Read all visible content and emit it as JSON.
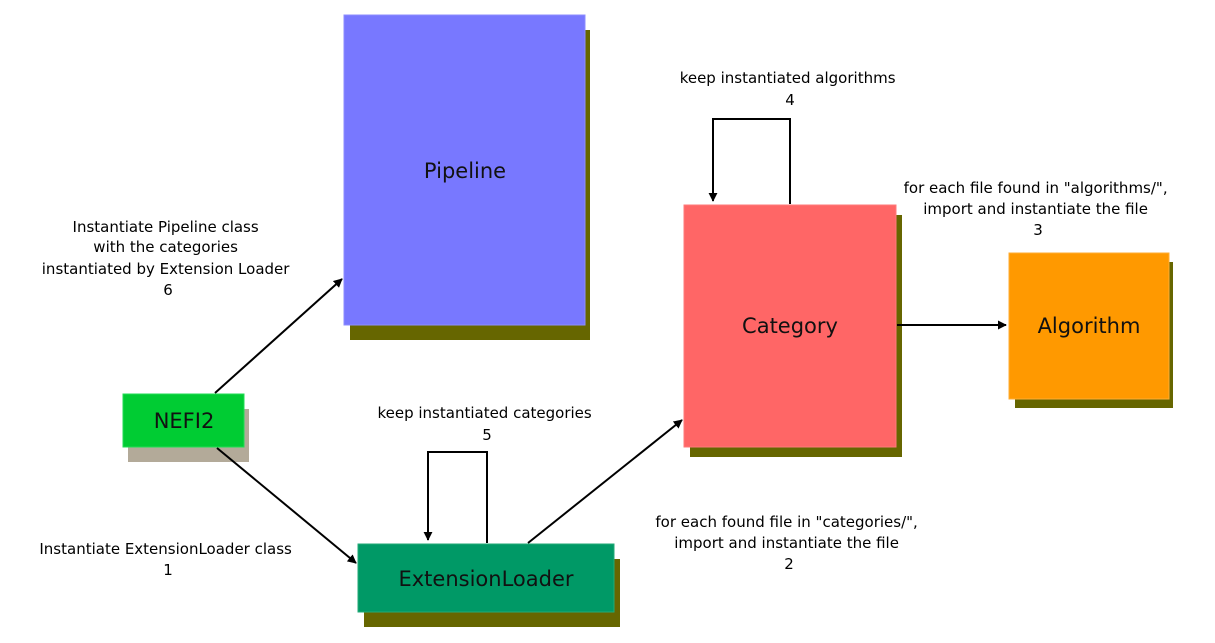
{
  "nodes": {
    "pipeline": {
      "label": "Pipeline",
      "color": "#7878ff"
    },
    "category": {
      "label": "Category",
      "color": "#ff6666"
    },
    "algorithm": {
      "label": "Algorithm",
      "color": "#ff9900"
    },
    "nefi2": {
      "label": "NEFI2",
      "color": "#00cc33"
    },
    "extension_loader": {
      "label": "ExtensionLoader",
      "color": "#009966"
    }
  },
  "shadow_colors": {
    "dark": "#666600",
    "light": "#b3aa99"
  },
  "edges": {
    "e1": {
      "lines": [
        "Instantiate ExtensionLoader class",
        "1"
      ]
    },
    "e2": {
      "lines": [
        "for each found file in \"categories/\",",
        "import and instantiate the file",
        "2"
      ]
    },
    "e3": {
      "lines": [
        "for each file found in \"algorithms/\",",
        "import and instantiate the file",
        "3"
      ]
    },
    "e4": {
      "lines": [
        "keep instantiated algorithms",
        "4"
      ]
    },
    "e5": {
      "lines": [
        "keep instantiated categories",
        "5"
      ]
    },
    "e6": {
      "lines": [
        "Instantiate Pipeline class",
        "with the categories",
        "instantiated by Extension Loader",
        "6"
      ]
    }
  }
}
